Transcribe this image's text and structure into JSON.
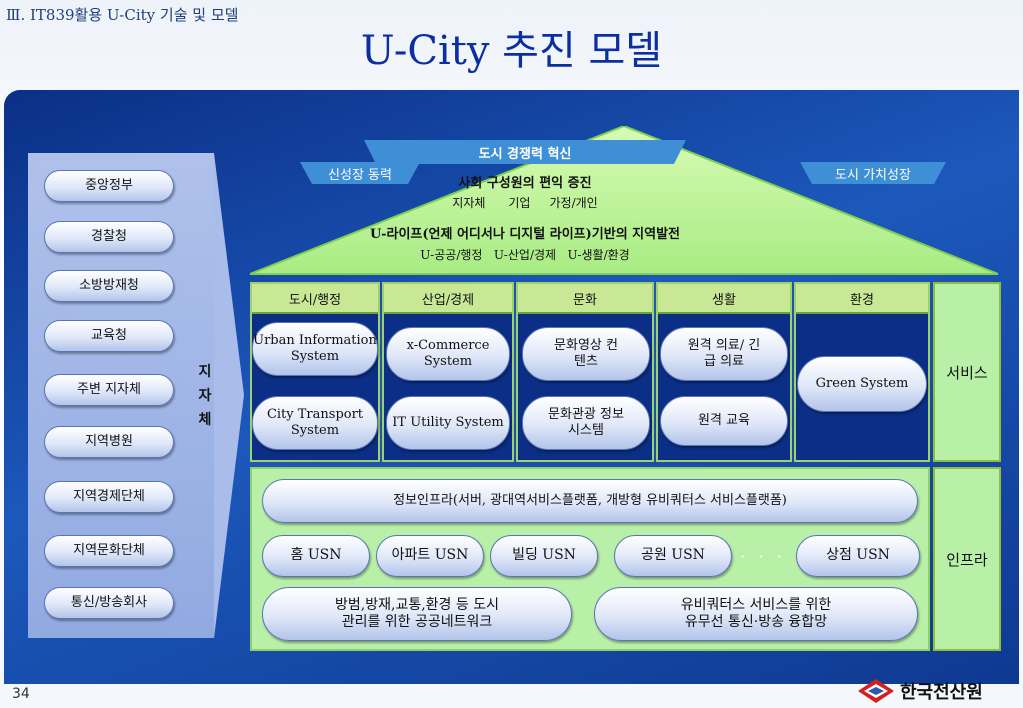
{
  "header": {
    "section_label": "Ⅲ. IT839활용 U-City 기술 및 모델",
    "title": "U-City 추진 모델"
  },
  "stakeholders": {
    "items": [
      "중앙정부",
      "경찰청",
      "소방방재청",
      "교육청",
      "주변 지자체",
      "지역병원",
      "지역경제단체",
      "지역문화단체",
      "통신/방송회사"
    ],
    "group_label": [
      "지",
      "자",
      "체"
    ]
  },
  "roof": {
    "banner_left": "신성장 동력",
    "banner_top": "도시 경쟁력 혁신",
    "banner_right": "도시 가치성장",
    "line1": "사회 구성원의 편익 증진",
    "line2": [
      "지자체",
      "기업",
      "가정/개인"
    ],
    "line3": "U-라이프(언제 어디서나 디지털 라이프)기반의 지역발전",
    "line4": [
      "U-공공/행정",
      "U-산업/경제",
      "U-생활/환경"
    ]
  },
  "services": {
    "side_label": "서비스",
    "columns": [
      {
        "header": "도시/행정",
        "items": [
          "Urban Information System",
          "City Transport System"
        ]
      },
      {
        "header": "산업/경제",
        "items": [
          "x-Commerce System",
          "IT Utility System"
        ]
      },
      {
        "header": "문화",
        "items": [
          "문화영상 컨텐츠",
          "문화관광 정보시스템"
        ]
      },
      {
        "header": "생활",
        "items": [
          "원격 의료/ 긴급 의료",
          "원격 교육"
        ]
      },
      {
        "header": "환경",
        "items": [
          "Green System"
        ]
      }
    ]
  },
  "infra": {
    "side_label": "인프라",
    "top_bar": "정보인프라(서버, 광대역서비스플랫폼, 개방형 유비쿼터스 서비스플랫폼)",
    "usn": [
      "홈 USN",
      "아파트 USN",
      "빌딩 USN",
      "공원 USN",
      "상점 USN"
    ],
    "ellipsis": "· · ·",
    "bottom_left": [
      "방범,방재,교통,환경 등 도시",
      "관리를 위한 공공네트워크"
    ],
    "bottom_right": [
      "유비쿼터스 서비스를 위한",
      "유무선 통신·방송 융합망"
    ]
  },
  "footer": {
    "page_number": "34",
    "logo_text": "한국전산원"
  },
  "colors": {
    "panel_blue": "#1c58bb",
    "title_blue": "#0b2ea0",
    "roof_green": "#b8f08c",
    "header_green": "#c9e896",
    "infra_green": "#b9f0a8",
    "banner_blue": "#3f8fd6",
    "logo_red": "#d0211e",
    "logo_blue": "#2b58b0"
  }
}
